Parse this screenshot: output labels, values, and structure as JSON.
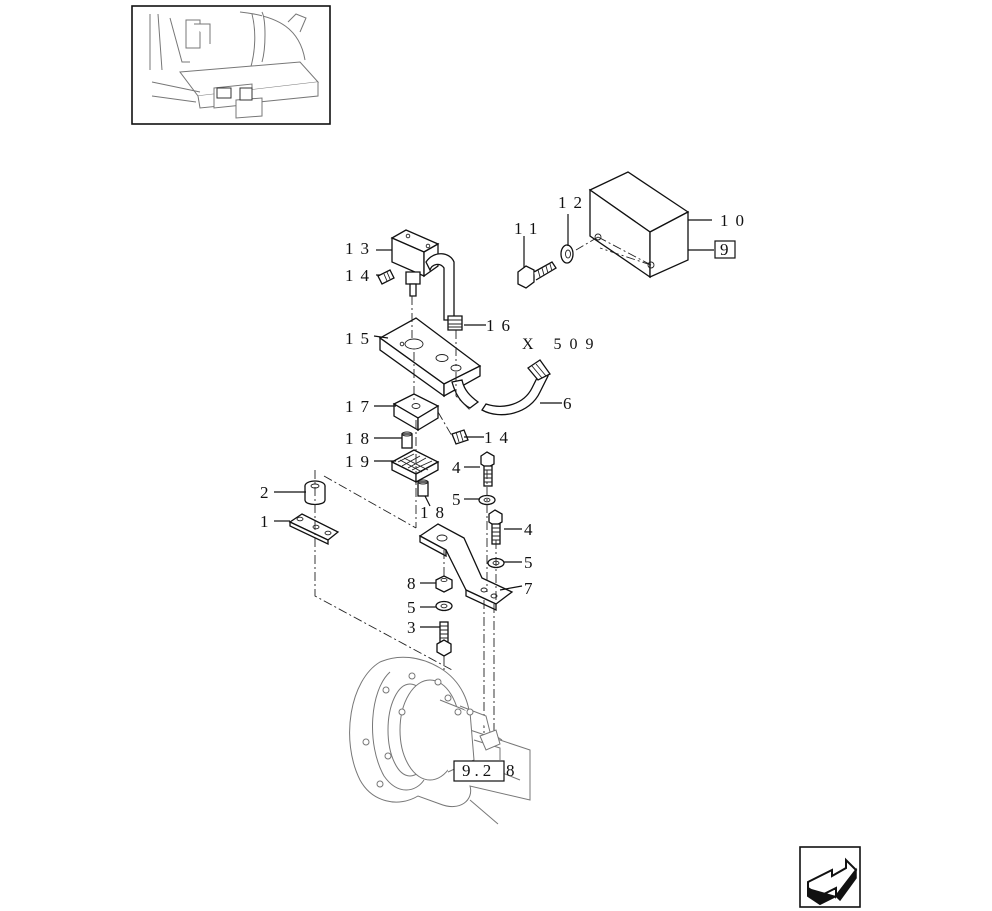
{
  "callouts": {
    "c1": "1",
    "c2": "2",
    "c3": "3",
    "c4a": "4",
    "c4b": "4",
    "c5a": "5",
    "c5b": "5",
    "c5c": "5",
    "c6": "6",
    "c7": "7",
    "c8": "8",
    "c10": "10",
    "c11": "11",
    "c12": "12",
    "c13": "13",
    "c14a": "14",
    "c14b": "14",
    "c15": "15",
    "c16": "16",
    "c17": "17",
    "c18a": "18",
    "c18b": "18",
    "c19": "19"
  },
  "reference_boxes": {
    "box_9": "9",
    "box_928": "9.2",
    "box_928_suffix": "8"
  },
  "view_reference": "X 509",
  "icons": {
    "locator": "tractor-location-thumbnail-icon",
    "next": "next-page-arrow-icon"
  }
}
